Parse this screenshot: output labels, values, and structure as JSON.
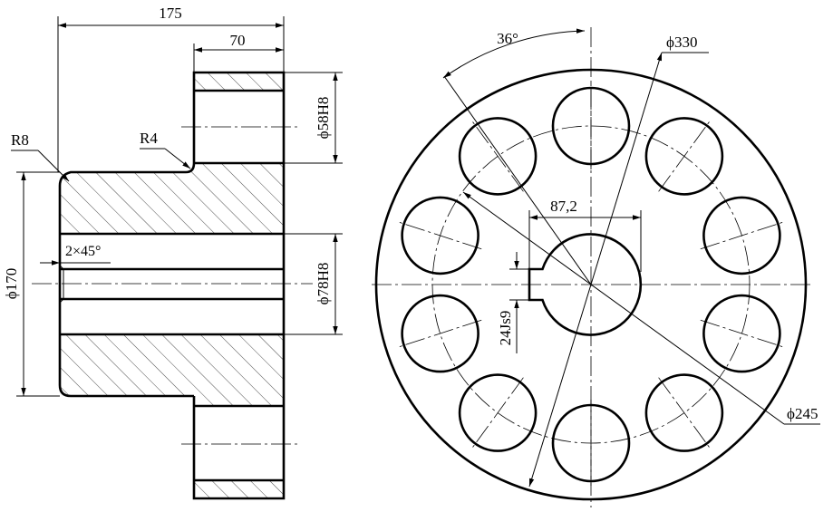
{
  "dimensions": {
    "overall_length": "175",
    "hub_length": "70",
    "bore_small": "ϕ58H8",
    "bore_large": "ϕ78H8",
    "outer_left": "ϕ170",
    "fillet_large": "R8",
    "fillet_small": "R4",
    "chamfer": "2×45°",
    "angle": "36°",
    "outer_diameter": "ϕ330",
    "bolt_circle": "ϕ245",
    "keyway_depth": "87,2",
    "keyway_width": "24Js9"
  }
}
